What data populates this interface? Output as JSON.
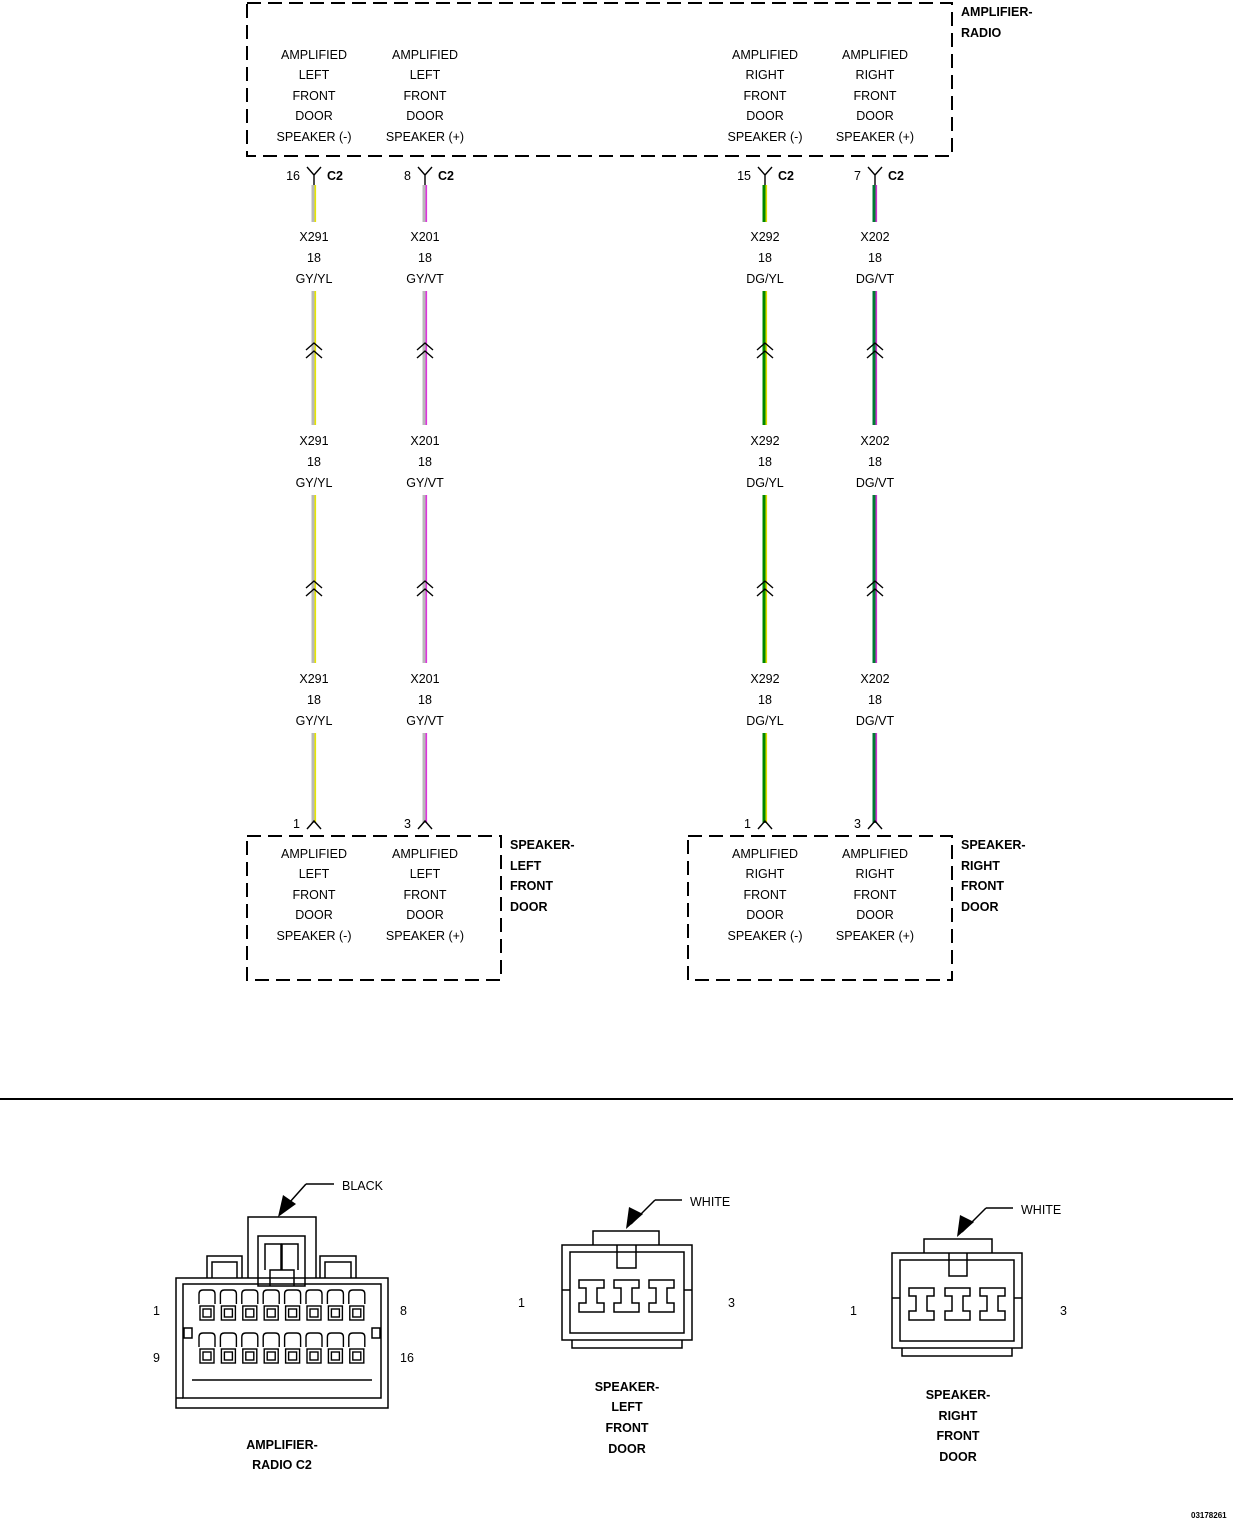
{
  "amplifier_radio": {
    "label_lines": [
      "AMPLIFIER-",
      "RADIO"
    ],
    "pins": [
      {
        "lines": [
          "AMPLIFIED",
          "LEFT",
          "FRONT",
          "DOOR",
          "SPEAKER (-)"
        ]
      },
      {
        "lines": [
          "AMPLIFIED",
          "LEFT",
          "FRONT",
          "DOOR",
          "SPEAKER (+)"
        ]
      },
      {
        "lines": [
          "AMPLIFIED",
          "RIGHT",
          "FRONT",
          "DOOR",
          "SPEAKER (-)"
        ]
      },
      {
        "lines": [
          "AMPLIFIED",
          "RIGHT",
          "FRONT",
          "DOOR",
          "SPEAKER (+)"
        ]
      }
    ]
  },
  "circuits": [
    {
      "top_pin": "16",
      "connector": "C2",
      "circuit": "X291",
      "gauge": "18",
      "color_code": "GY/YL",
      "bottom_pin": "1",
      "base_color": "#b8b8b8",
      "tracer_color": "#e6e600"
    },
    {
      "top_pin": "8",
      "connector": "C2",
      "circuit": "X201",
      "gauge": "18",
      "color_code": "GY/VT",
      "bottom_pin": "3",
      "base_color": "#b8b8b8",
      "tracer_color": "#dd33dd"
    },
    {
      "top_pin": "15",
      "connector": "C2",
      "circuit": "X292",
      "gauge": "18",
      "color_code": "DG/YL",
      "bottom_pin": "1",
      "base_color": "#008800",
      "tracer_color": "#dddd00"
    },
    {
      "top_pin": "7",
      "connector": "C2",
      "circuit": "X202",
      "gauge": "18",
      "color_code": "DG/VT",
      "bottom_pin": "3",
      "base_color": "#007a33",
      "tracer_color": "#cc33cc"
    }
  ],
  "speaker_left": {
    "label_lines": [
      "SPEAKER-",
      "LEFT",
      "FRONT",
      "DOOR"
    ],
    "pins": [
      {
        "lines": [
          "AMPLIFIED",
          "LEFT",
          "FRONT",
          "DOOR",
          "SPEAKER (-)"
        ]
      },
      {
        "lines": [
          "AMPLIFIED",
          "LEFT",
          "FRONT",
          "DOOR",
          "SPEAKER (+)"
        ]
      }
    ]
  },
  "speaker_right": {
    "label_lines": [
      "SPEAKER-",
      "RIGHT",
      "FRONT",
      "DOOR"
    ],
    "pins": [
      {
        "lines": [
          "AMPLIFIED",
          "RIGHT",
          "FRONT",
          "DOOR",
          "SPEAKER (-)"
        ]
      },
      {
        "lines": [
          "AMPLIFIED",
          "RIGHT",
          "FRONT",
          "DOOR",
          "SPEAKER (+)"
        ]
      }
    ]
  },
  "connector_views": [
    {
      "color": "BLACK",
      "pin_labels": [
        "1",
        "8",
        "9",
        "16"
      ],
      "name_lines": [
        "AMPLIFIER-",
        "RADIO C2"
      ]
    },
    {
      "color": "WHITE",
      "pin_labels": [
        "1",
        "3"
      ],
      "name_lines": [
        "SPEAKER-",
        "LEFT",
        "FRONT",
        "DOOR"
      ]
    },
    {
      "color": "WHITE",
      "pin_labels": [
        "1",
        "3"
      ],
      "name_lines": [
        "SPEAKER-",
        "RIGHT",
        "FRONT",
        "DOOR"
      ]
    }
  ],
  "figure_id": "03178261"
}
